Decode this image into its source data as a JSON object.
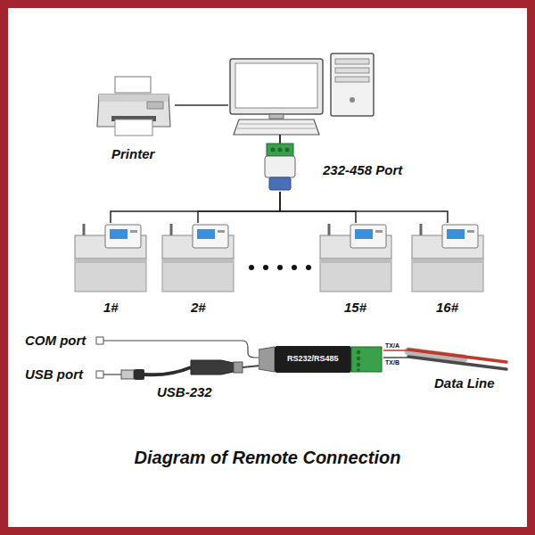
{
  "diagram": {
    "caption": "Diagram of Remote Connection",
    "nodes": [
      {
        "text": [
          "Printer"
        ]
      },
      {
        "text": [
          "232-458 Port"
        ]
      },
      {
        "text": [
          "1#"
        ]
      },
      {
        "text": [
          "2#"
        ]
      },
      {
        "text": [
          "15#"
        ]
      },
      {
        "text": [
          "16#"
        ]
      },
      {
        "text": [
          "RS232/RS485"
        ]
      }
    ],
    "edges": [
      {
        "from": 1,
        "to": 2,
        "arrow": "none"
      },
      {
        "from": 1,
        "to": 3,
        "arrow": "none"
      },
      {
        "from": 1,
        "to": 4,
        "arrow": "none"
      },
      {
        "from": 1,
        "to": 5,
        "arrow": "none"
      }
    ],
    "labels": [
      "COM port",
      "USB port",
      "USB-232",
      "TX/A",
      "TX/B",
      "Data Line"
    ]
  }
}
